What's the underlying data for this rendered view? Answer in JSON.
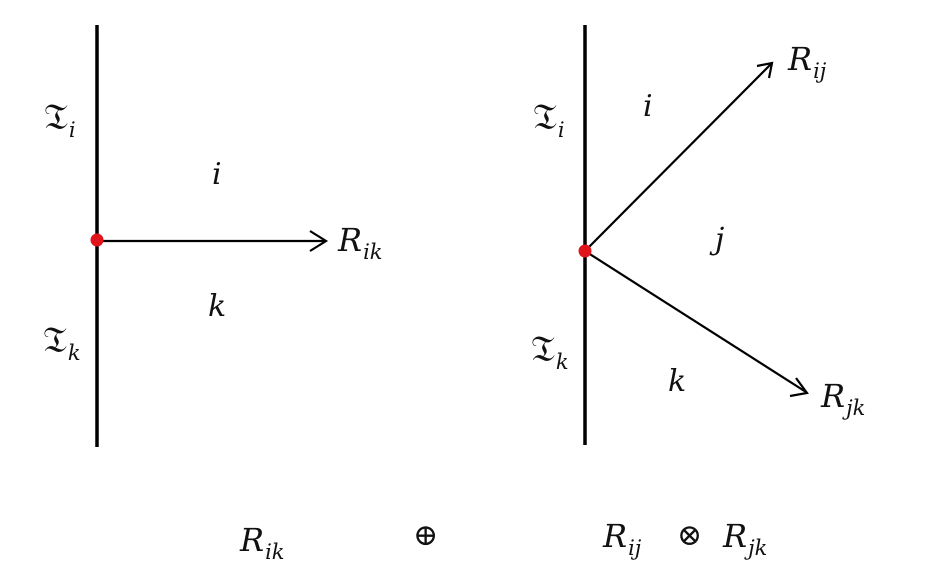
{
  "left_panel": {
    "T_upper": {
      "base": "𝔗",
      "sub": "i"
    },
    "T_lower": {
      "base": "𝔗",
      "sub": "k"
    },
    "region_upper": "i",
    "region_lower": "k",
    "arrow": {
      "base": "R",
      "sub": "ik"
    }
  },
  "right_panel": {
    "T_upper": {
      "base": "𝔗",
      "sub": "i"
    },
    "T_lower": {
      "base": "𝔗",
      "sub": "k"
    },
    "region_upper": "i",
    "region_middle": "j",
    "region_lower": "k",
    "arrow_up": {
      "base": "R",
      "sub": "ij"
    },
    "arrow_down": {
      "base": "R",
      "sub": "jk"
    }
  },
  "formula": {
    "left": {
      "base": "R",
      "sub": "ik"
    },
    "oplus": "⊕",
    "mid": {
      "base": "R",
      "sub": "ij"
    },
    "otimes": "⊗",
    "right": {
      "base": "R",
      "sub": "jk"
    }
  },
  "colors": {
    "line": "#000000",
    "dot": "#e0141b"
  }
}
